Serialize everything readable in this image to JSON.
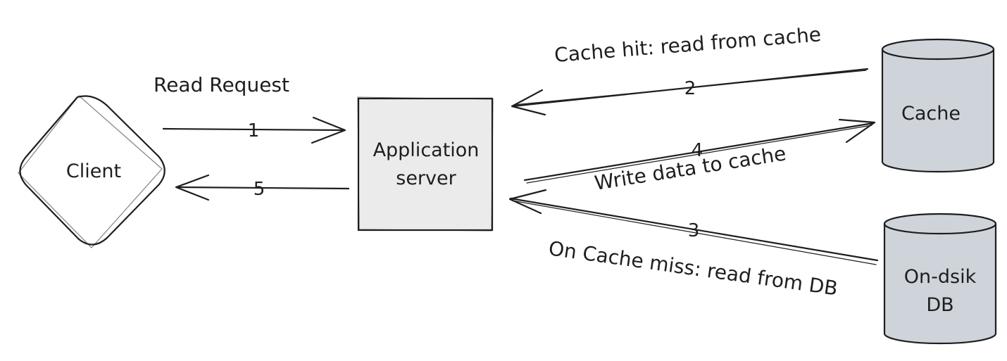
{
  "colors": {
    "stroke": "#1e1e1e",
    "box_fill": "#ebebeb",
    "cylinder_fill": "#ced4da",
    "background": "#ffffff"
  },
  "nodes": {
    "client": {
      "label": "Client",
      "shape": "diamond"
    },
    "app_server": {
      "label_lines": [
        "Application",
        "server"
      ],
      "shape": "rectangle"
    },
    "cache": {
      "label": "Cache",
      "shape": "cylinder"
    },
    "db": {
      "label_lines": [
        "On-dsik",
        "DB"
      ],
      "shape": "cylinder"
    }
  },
  "edges": [
    {
      "id": "1",
      "from": "client",
      "to": "app_server",
      "step": "1",
      "label": "Read Request"
    },
    {
      "id": "2",
      "from": "cache",
      "to": "app_server",
      "step": "2",
      "label": "Cache hit: read from cache"
    },
    {
      "id": "3",
      "from": "db",
      "to": "app_server",
      "step": "3",
      "label": "On Cache miss: read from DB"
    },
    {
      "id": "4",
      "from": "app_server",
      "to": "cache",
      "step": "4",
      "label": "Write data to cache"
    },
    {
      "id": "5",
      "from": "app_server",
      "to": "client",
      "step": "5",
      "label": ""
    }
  ]
}
